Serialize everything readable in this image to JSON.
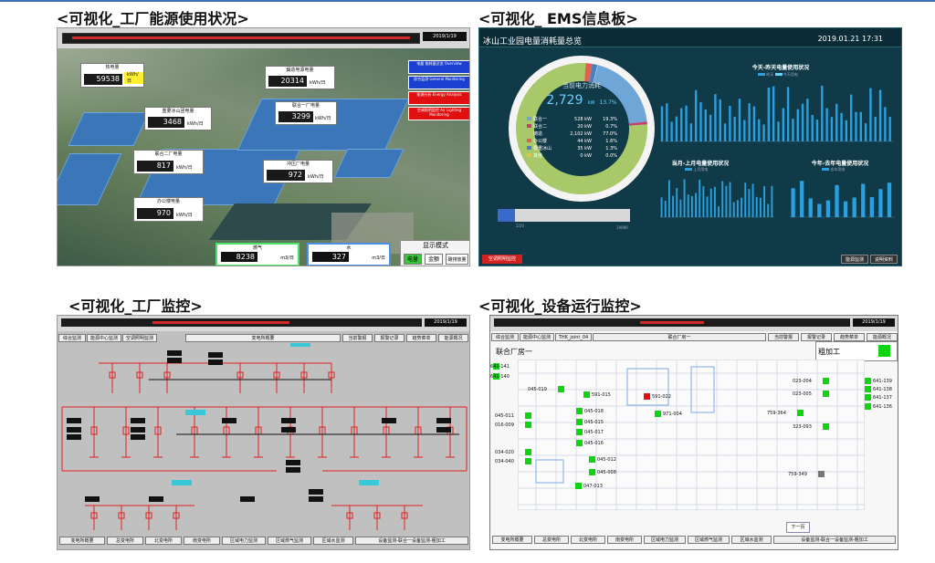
{
  "titles": {
    "p1": "<可视化_工厂能源使用状况>",
    "p2": "<可视化_ EMS信息板>",
    "p3": "<可视化_工厂监控>",
    "p4": "<可视化_设备运行监控>"
  },
  "p1": {
    "date": "2019/1/19",
    "labels": [
      {
        "title": "热电量",
        "value": "59538",
        "unit": "kWh/日",
        "highlight": true
      },
      {
        "title": "鑄造电源电量",
        "value": "20314",
        "unit": "kWh/日"
      },
      {
        "title": "重要冰山团电量",
        "value": "3468",
        "unit": "kWh/日"
      },
      {
        "title": "联合一厂电量",
        "value": "3299",
        "unit": "kWh/日"
      },
      {
        "title": "联合二厂电量",
        "value": "817",
        "unit": "kWh/日"
      },
      {
        "title": "冲压厂电量",
        "value": "972",
        "unit": "kWh/日"
      },
      {
        "title": "办公楼电量",
        "value": "970",
        "unit": "kWh/日"
      }
    ],
    "buttons": [
      {
        "label": "电量 能耗量总览 Overview",
        "color": "blue"
      },
      {
        "label": "综合监测 General Monitoring",
        "color": "blue"
      },
      {
        "label": "能源分析 Energy Analysis",
        "color": "red"
      },
      {
        "label": "空调照明监控 Air Lighting Monitoring",
        "color": "red"
      }
    ],
    "gas": {
      "title": "燃气",
      "value": "8238",
      "unit": "m3/日"
    },
    "water": {
      "title": "水",
      "value": "327",
      "unit": "m3/日"
    },
    "mode": {
      "title": "显示模式",
      "options": [
        "电量",
        "金额",
        "碳排放量"
      ]
    }
  },
  "p2": {
    "title": "冰山工业园电量消耗量总览",
    "datetime": "2019.01.21 17:31",
    "center_label": "当前电力消耗",
    "center_value": "2,729",
    "center_unit": "kW",
    "center_pct": "13.7%",
    "legend": [
      {
        "name": "联合一",
        "value": "528 kW",
        "pct": "19.3%",
        "color": "#6ea6d8"
      },
      {
        "name": "联合二",
        "value": "20 kW",
        "pct": "0.7%",
        "color": "#c04070"
      },
      {
        "name": "铸造",
        "value": "2,102 kW",
        "pct": "77.0%",
        "color": "#a8c86a"
      },
      {
        "name": "办公楼",
        "value": "44 kW",
        "pct": "1.6%",
        "color": "#e06050"
      },
      {
        "name": "要重冰山",
        "value": "35 kW",
        "pct": "1.3%",
        "color": "#4a80c0"
      },
      {
        "name": "其他",
        "value": "0 kW",
        "pct": "0.0%",
        "color": "#e8c040"
      }
    ],
    "progress": {
      "start": "2/20",
      "end": "19890",
      "fraction": 0.13
    },
    "charts": [
      {
        "title": "今天-昨天电量使用状况",
        "legend": [
          "昨天",
          "今天用电"
        ]
      },
      {
        "title": "当月-上月电量使用状况",
        "legend": [
          "上月用电"
        ]
      },
      {
        "title": "今年-去年电量使用状况",
        "legend": [
          "去年用电"
        ]
      }
    ],
    "footer_left": "空调照明监控",
    "footer_right": [
      "能源监测",
      "说明资料"
    ]
  },
  "p3": {
    "date": "2019/1/19",
    "tabs_top": [
      "综合监测",
      "能源中心监测",
      "空调照明监测",
      "变电所概要",
      "当前警报",
      "报警记录",
      "趋势菜单",
      "能源概况"
    ],
    "tabs_bottom": [
      "变电所概要",
      "总变电所",
      "北变电所",
      "南变电所",
      "区域电力监测",
      "区域燃气监测",
      "区域水监测",
      "设备监测-联合一设备监测-粗加工"
    ]
  },
  "p4": {
    "date": "2019/1/19",
    "tabs_top": [
      "综合监测",
      "能源中心监测",
      "THK_joint_04",
      "联合厂房一",
      "当前警报",
      "报警记录",
      "趋势菜单",
      "能源概况"
    ],
    "area_title": "联合厂房一",
    "legend_label": "粗加工",
    "tabs_bottom": [
      "变电所概要",
      "总变电所",
      "北变电所",
      "南变电所",
      "区域电力监测",
      "区域燃气监测",
      "区域水监测",
      "设备监测-联合一设备监测-粗加工"
    ],
    "next_button": "下一页",
    "equipment": [
      {
        "id": "641-141"
      },
      {
        "id": "641-140"
      },
      {
        "id": "045-019"
      },
      {
        "id": "591-015"
      },
      {
        "id": "591-022"
      },
      {
        "id": "045-011"
      },
      {
        "id": "045-018"
      },
      {
        "id": "971-004"
      },
      {
        "id": "016-009"
      },
      {
        "id": "045-015"
      },
      {
        "id": "045-017"
      },
      {
        "id": "045-016"
      },
      {
        "id": "034-020"
      },
      {
        "id": "045-012"
      },
      {
        "id": "034-040"
      },
      {
        "id": "045-008"
      },
      {
        "id": "047-013"
      },
      {
        "id": "023-004"
      },
      {
        "id": "023-005"
      },
      {
        "id": "641-139"
      },
      {
        "id": "641-138"
      },
      {
        "id": "641-137"
      },
      {
        "id": "641-136"
      },
      {
        "id": "759-364"
      },
      {
        "id": "323-093"
      },
      {
        "id": "759-349"
      }
    ]
  }
}
